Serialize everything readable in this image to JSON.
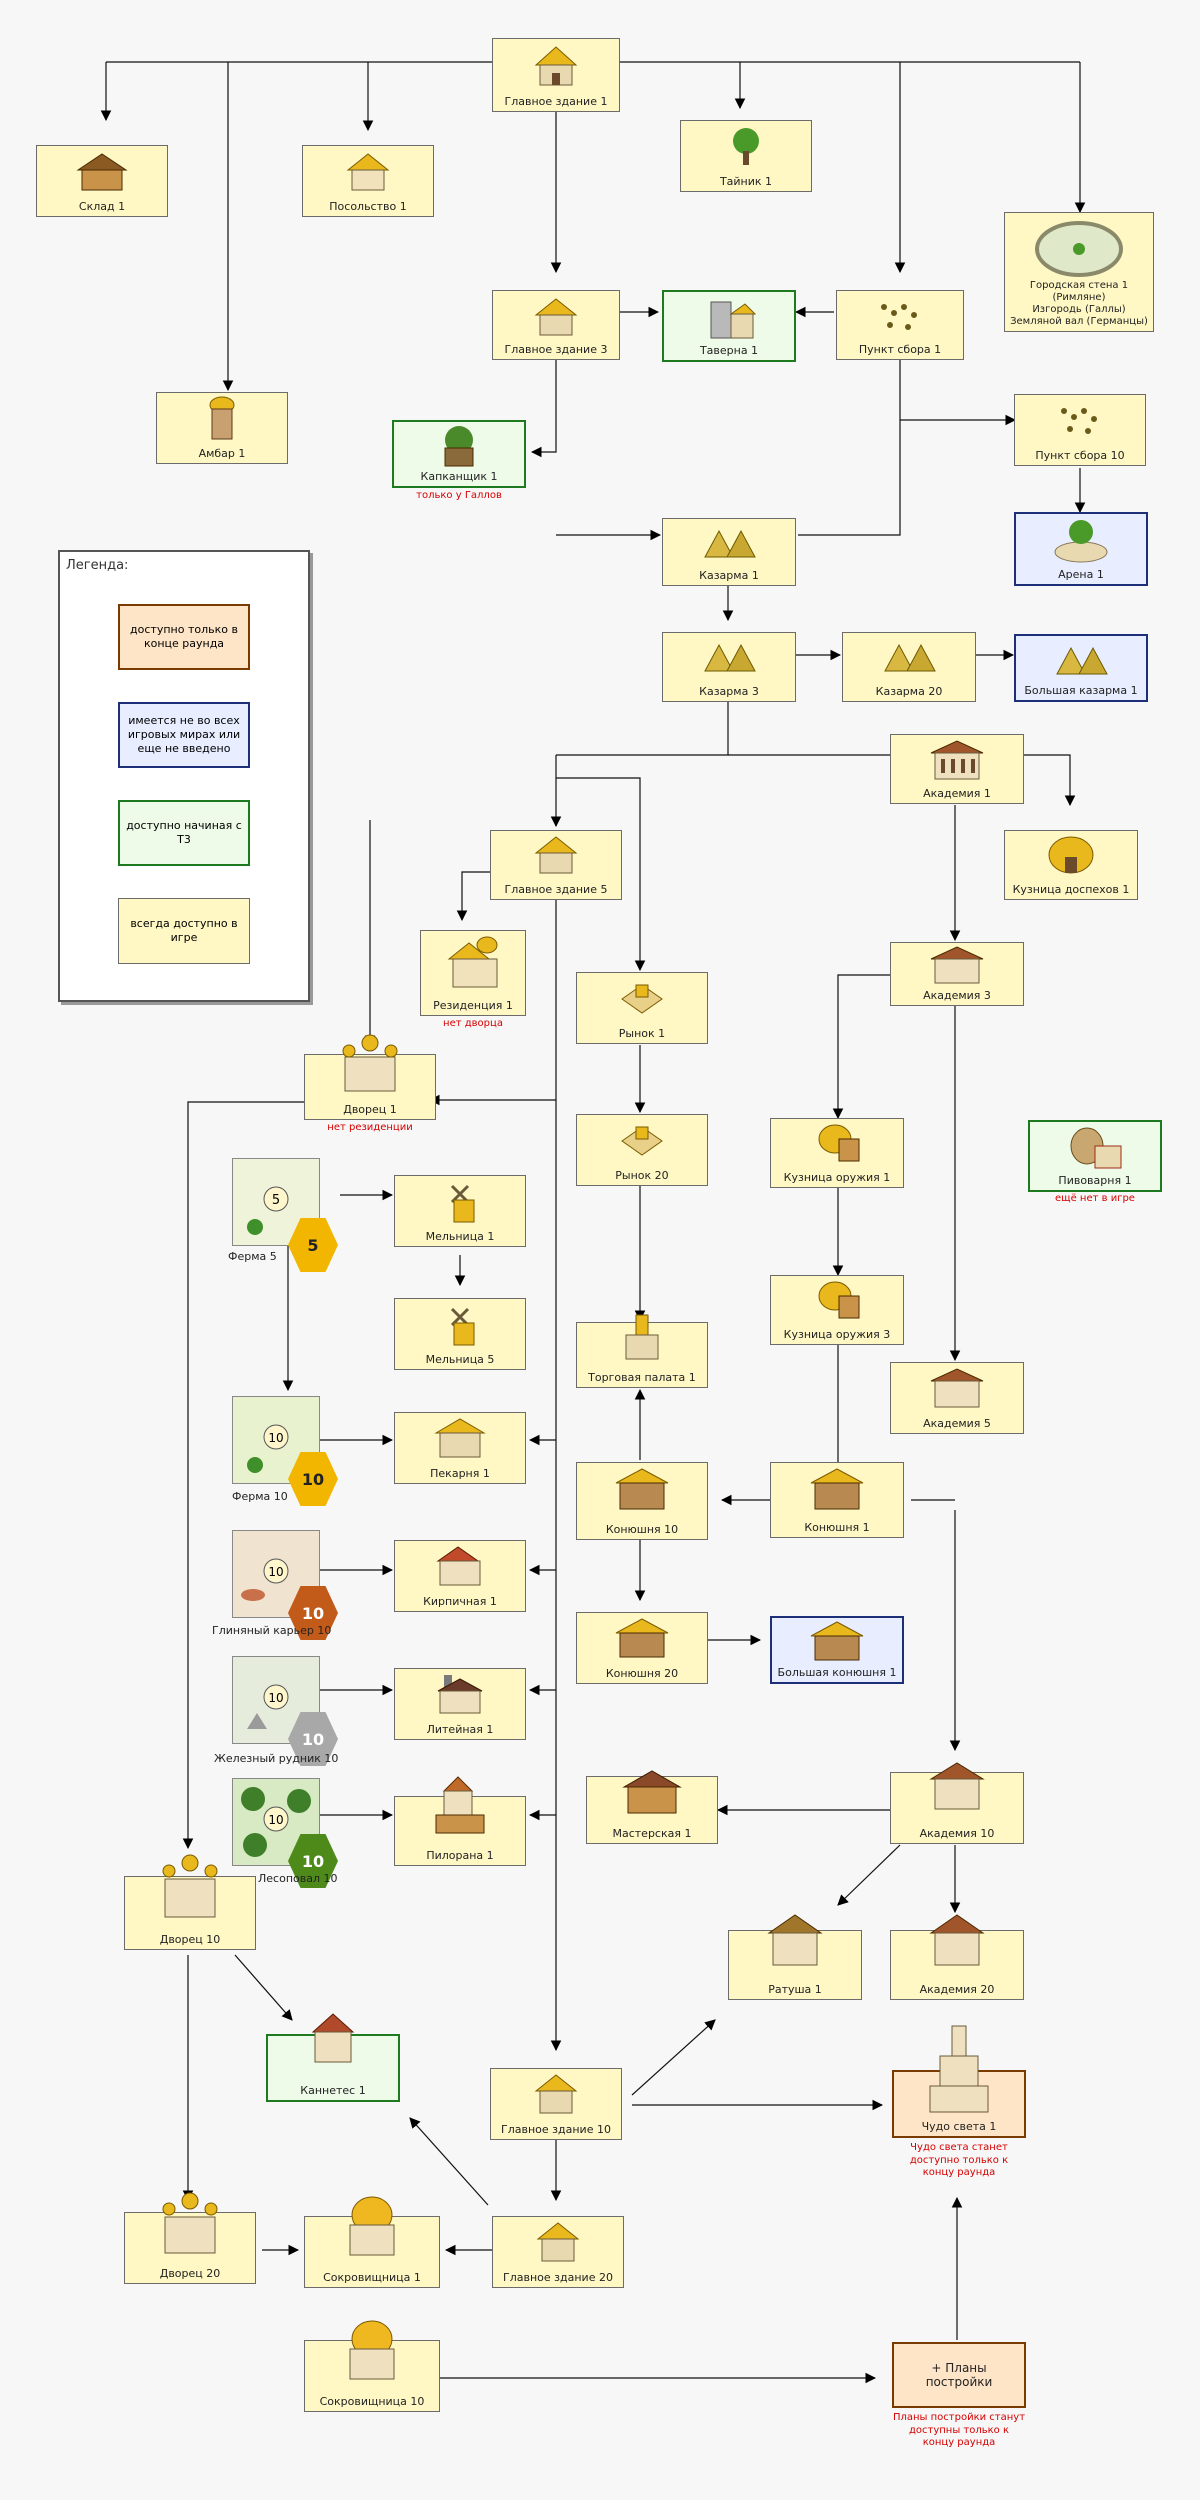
{
  "legend": {
    "title": "Легенда:",
    "items": [
      {
        "key": "eg",
        "text": "доступно только в конце раунда"
      },
      {
        "key": "nw",
        "text": "имеется не во всех игровых мирах или еще не введено"
      },
      {
        "key": "t3",
        "text": "доступно начиная с Т3"
      },
      {
        "key": "std",
        "text": "всегда доступно в игре"
      }
    ]
  },
  "colors": {
    "standard": "#fff8c4",
    "t3": "#eefbe8",
    "new_world": "#e8eeff",
    "end_game": "#ffe5c7",
    "note_red": "#d60000"
  },
  "nodes": {
    "main1": "Главное здание 1",
    "sklad1": "Склад 1",
    "posolstvo1": "Посольство 1",
    "taynik1": "Тайник 1",
    "gorod_stena": "Городская стена 1 (Римляне)\nИзгородь (Галлы)\nЗемляной вал (Германцы)",
    "main3": "Главное здание 3",
    "taverna1": "Таверна 1",
    "punkt1": "Пункт сбора 1",
    "ambar1": "Амбар 1",
    "kapkan1": "Капканщик 1",
    "punkt10": "Пункт сбора 10",
    "arena1": "Арена 1",
    "kazarma1": "Казарма 1",
    "kazarma3": "Казарма 3",
    "kazarma20": "Казарма 20",
    "bkazarma1": "Большая казарма 1",
    "akad1": "Академия 1",
    "kuzn_dosp1": "Кузница доспехов 1",
    "main5": "Главное здание 5",
    "rezid1": "Резиденция 1",
    "rynok1": "Рынок 1",
    "akad3": "Академия 3",
    "dvorec1": "Дворец 1",
    "rynok20": "Рынок 20",
    "kuzn_oruz1": "Кузница оружия 1",
    "pivovar1": "Пивоварня 1",
    "ferma5": "Ферма 5",
    "melnica1": "Мельница 1",
    "melnica5": "Мельница 5",
    "torg_pal1": "Торговая палата 1",
    "kuzn_oruz3": "Кузница оружия 3",
    "akad5": "Академия 5",
    "ferma10": "Ферма 10",
    "pekarnya1": "Пекарня 1",
    "konyushnya10": "Конюшня 10",
    "konyushnya1": "Конюшня 1",
    "glina10": "Глиняный карьер 10",
    "kirpich1": "Кирпичная 1",
    "konyushnya20": "Конюшня 20",
    "bkonyushnya1": "Большая конюшня 1",
    "zhelezo10": "Железный рудник 10",
    "liteynaya1": "Литейная 1",
    "lesopoval10": "Лесоповал 10",
    "pilorama1": "Пилорана 1",
    "masterskaya1": "Мастерская 1",
    "akad10": "Академия 10",
    "dvorec10": "Дворец 10",
    "ratusha1": "Ратуша 1",
    "akad20": "Академия 20",
    "kamnetes1": "Каннетес 1",
    "main10": "Главное здание 10",
    "chudo1": "Чудо света 1",
    "dvorec20": "Дворец 20",
    "sokr1": "Сокровищница 1",
    "main20": "Главное здание 20",
    "sokr10": "Сокровищница 10",
    "plany": "+ Планы\nпостройки"
  },
  "notes": {
    "kapkan": "только у Галлов",
    "rezid": "нет дворца",
    "dvorec": "нет резиденции",
    "pivovar": "ещё нет в игре",
    "chudo": "Чудо света станет\nдоступно только к\nконцу раунда",
    "plany": "Планы постройки станут\nдоступны только к\nконцу раунда"
  },
  "field_levels": {
    "ferma5": "5",
    "ferma10": "10",
    "glina10": "10",
    "zhelezo10": "10",
    "lesopoval10": "10"
  }
}
